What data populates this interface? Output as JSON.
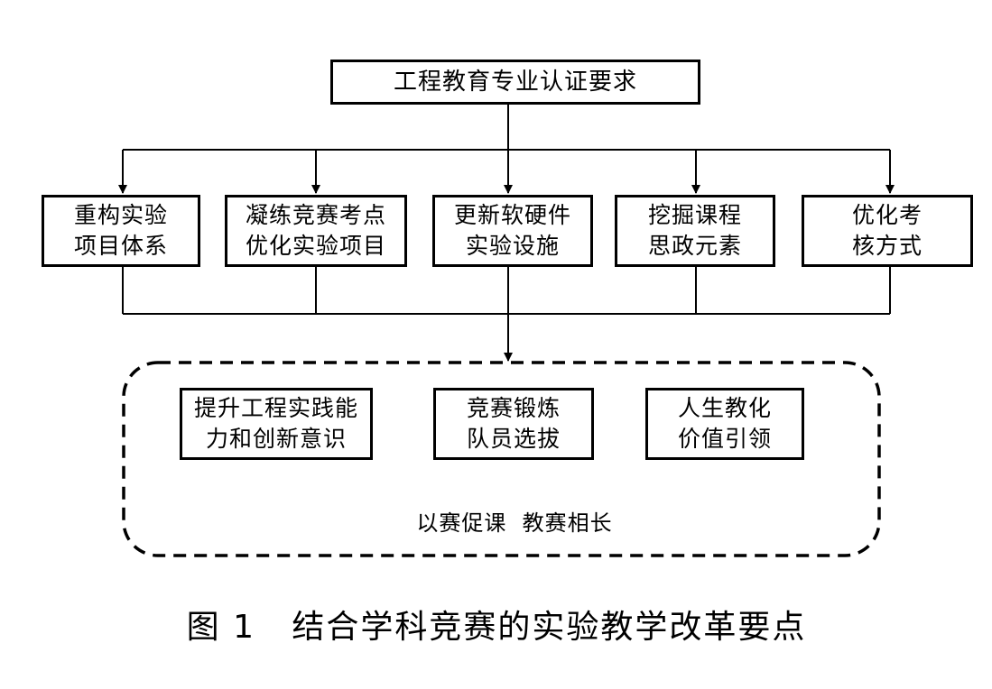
{
  "diagram": {
    "top": "工程教育专业认证要求",
    "measures": [
      {
        "line1": "重构实验",
        "line2": "项目体系"
      },
      {
        "line1": "凝练竞赛考点",
        "line2": "优化实验项目"
      },
      {
        "line1": "更新软硬件",
        "line2": "实验设施"
      },
      {
        "line1": "挖掘课程",
        "line2": "思政元素"
      },
      {
        "line1": "优化考",
        "line2": "核方式"
      }
    ],
    "outcomes": [
      {
        "line1": "提升工程实践能",
        "line2": "力和创新意识"
      },
      {
        "line1": "竞赛锻炼",
        "line2": "队员选拔"
      },
      {
        "line1": "人生教化",
        "line2": "价值引领"
      }
    ],
    "slogan": "以赛促课  教赛相长"
  },
  "caption": "图 1   结合学科竞赛的实验教学改革要点"
}
